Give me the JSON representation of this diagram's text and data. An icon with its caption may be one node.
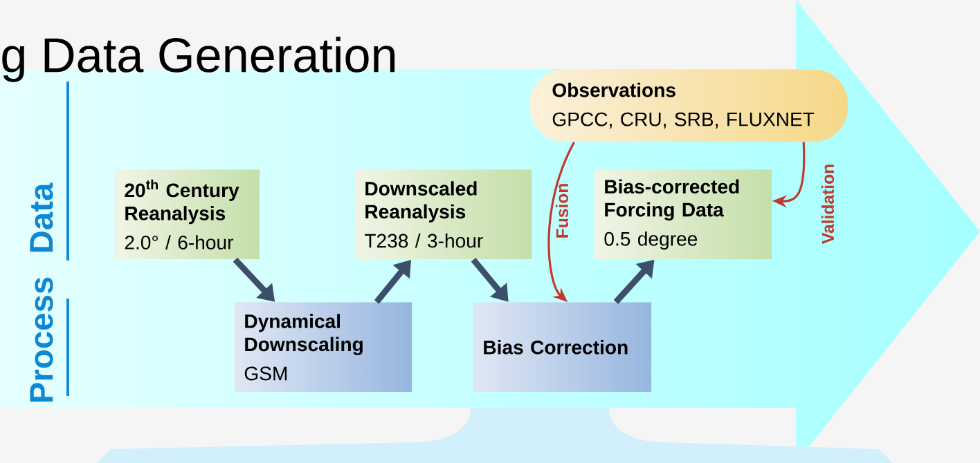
{
  "diagram": {
    "title": "g Data Generation",
    "nodes": [
      {
        "text": [
          "Observations",
          "GPCC, CRU, SRB, FLUXNET"
        ]
      },
      {
        "text": [
          "20$^{th}$ Century Reanalysis",
          "2.0° / 6-hour"
        ]
      },
      {
        "text": [
          "Downscaled Reanalysis",
          "T238 / 3-hour"
        ]
      },
      {
        "text": [
          "Bias-corrected Forcing Data",
          "0.5 degree"
        ]
      },
      {
        "text": [
          "Dynamical Downscaling",
          "GSM"
        ]
      },
      {
        "text": [
          "Bias Correction"
        ]
      }
    ],
    "edges": [
      {
        "from": 1,
        "to": 4,
        "arrow": "to"
      },
      {
        "from": 4,
        "to": 2,
        "arrow": "to"
      },
      {
        "from": 2,
        "to": 5,
        "arrow": "to"
      },
      {
        "from": 5,
        "to": 3,
        "arrow": "to"
      },
      {
        "from": 0,
        "to": 5,
        "arrow": "to",
        "label": "Fusion",
        "color": "#c0392b"
      },
      {
        "from": 0,
        "to": 3,
        "arrow": "to",
        "label": "Validation",
        "color": "#c0392b"
      }
    ],
    "labels": [
      "Data",
      "Process"
    ]
  }
}
